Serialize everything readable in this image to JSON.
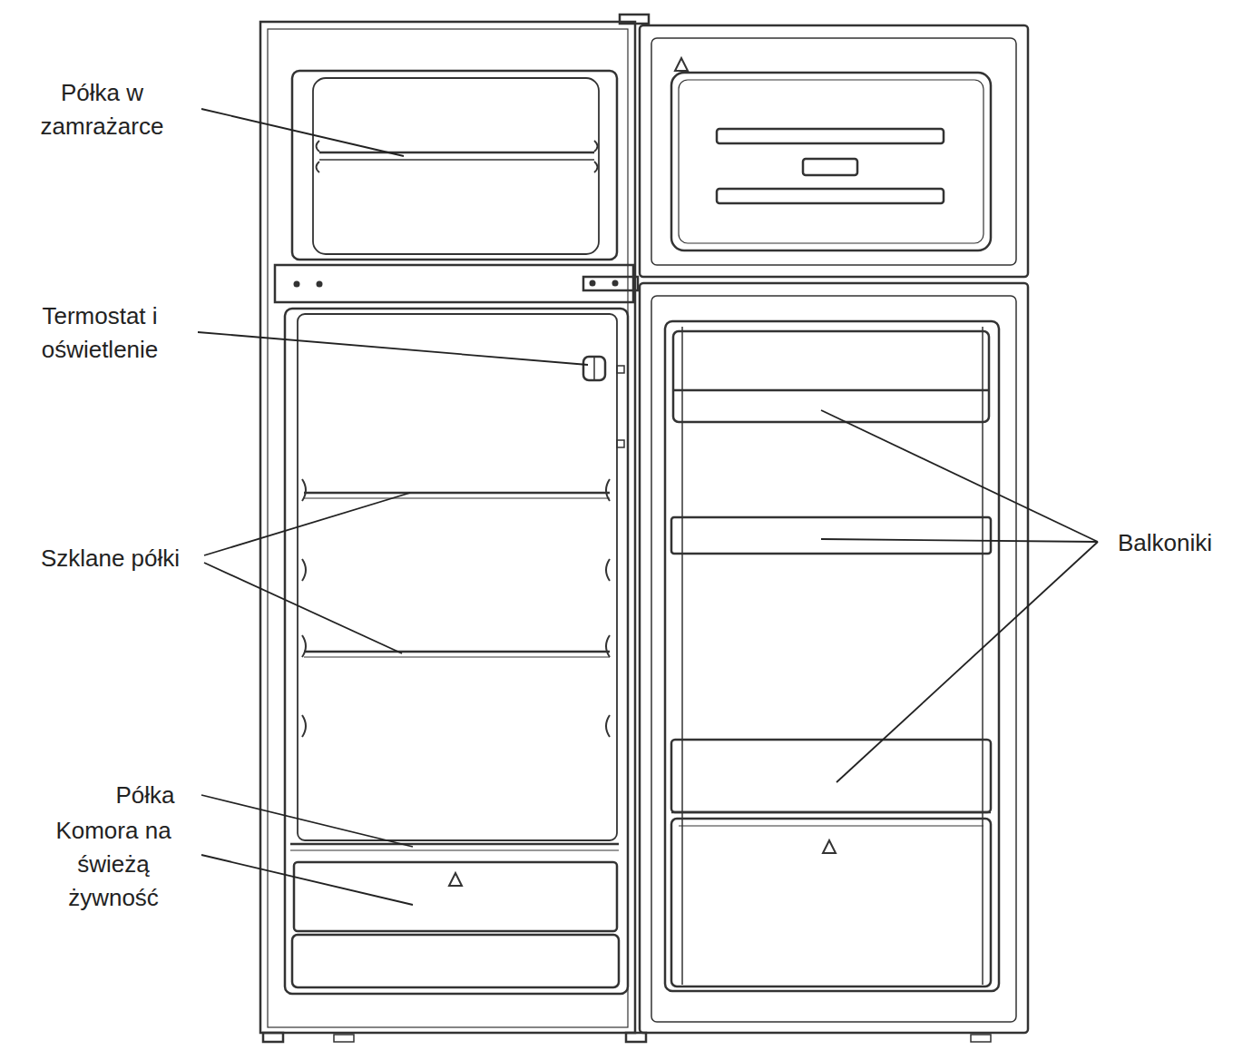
{
  "diagram": {
    "labels": [
      "Półka w zamrażarce",
      "Termostat i oświetlenie",
      "Szklane półki",
      "Półka",
      "Komora na świeżą żywność",
      "Balkoniki"
    ]
  }
}
